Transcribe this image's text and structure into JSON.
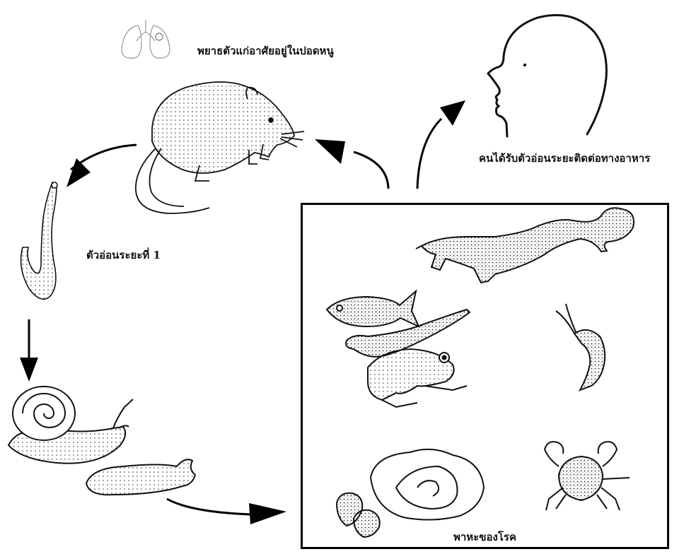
{
  "diagram": {
    "labels": {
      "adult_worm": "พยาธตัวแก่อาศัยอยู่ในปอดหนู",
      "human_infection": "คนได้รับตัวอ่อนระยะติดต่อทางอาหาร",
      "larva_stage1": "ตัวอ่อนระยะที่ 1",
      "carriers": "พาหะของโรค"
    }
  }
}
